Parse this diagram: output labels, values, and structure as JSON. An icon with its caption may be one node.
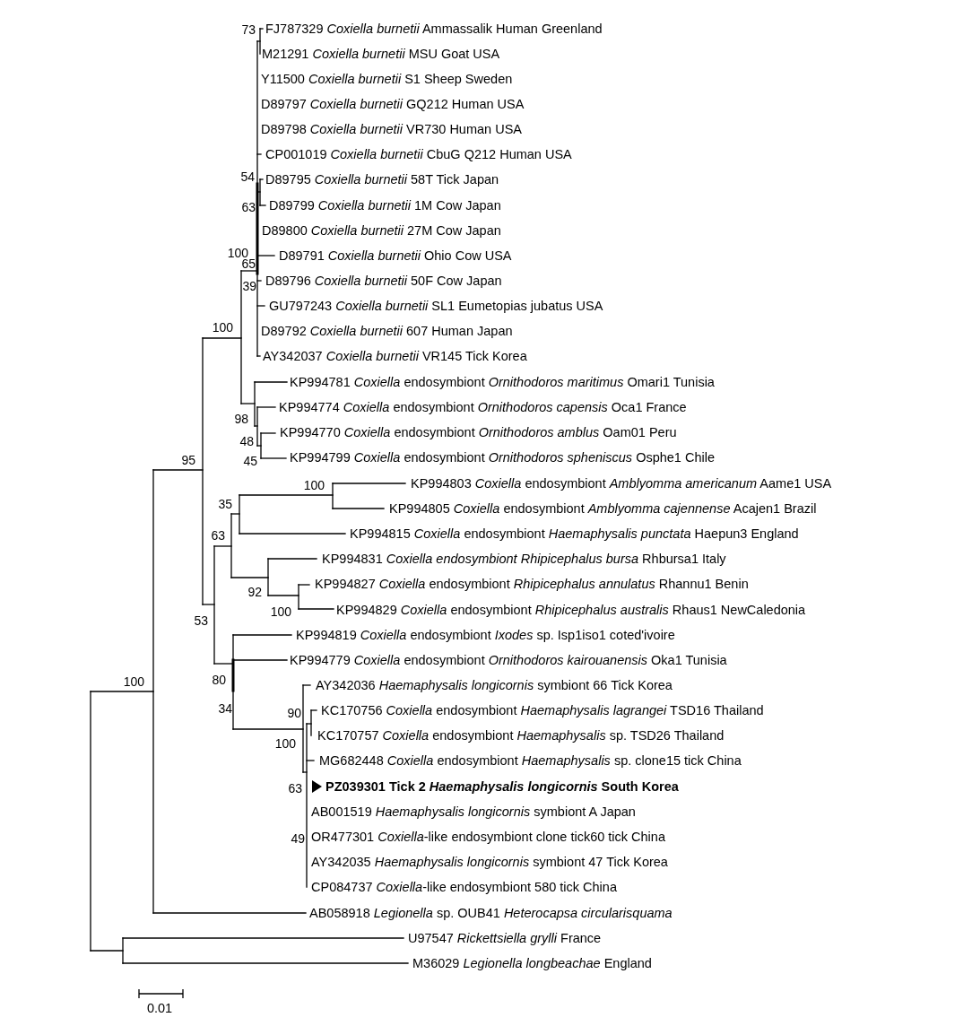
{
  "diagram": {
    "labels": [
      "73",
      "FJ787329 *Coxiella burnetii* Ammassalik Human Greenland",
      "M21291 *Coxiella burnetii* MSU Goat USA",
      "Y11500 *Coxiella burnetii* S1 Sheep Sweden",
      "D89797 *Coxiella burnetii* GQ212 Human USA",
      "D89798 *Coxiella burnetii* VR730 Human USA",
      "CP001019 *Coxiella burnetii* CbuG Q212 Human USA",
      "54",
      "D89795 *Coxiella burnetii* 58T Tick Japan",
      "63",
      "D89799 *Coxiella burnetii* 1M Cow Japan",
      "D89800 *Coxiella burnetii* 27M Cow Japan",
      "100",
      "D89791 *Coxiella burnetii* Ohio Cow USA",
      "65",
      "D89796 *Coxiella burnetii* 50F Cow Japan",
      "39",
      "GU797243 *Coxiella burnetii* SL1 Eumetopias jubatus USA",
      "100",
      "D89792 *Coxiella burnetii* 607 Human Japan",
      "AY342037 *Coxiella burnetii* VR145 Tick Korea",
      "KP994781 *Coxiella* endosymbiont *Ornithodoros maritimus* Omari1 Tunisia",
      "KP994774 *Coxiella* endosymbiont *Ornithodoros capensis* Oca1 France",
      "98",
      "KP994770 *Coxiella* endosymbiont *Ornithodoros amblus* Oam01 Peru",
      "48",
      "KP994799 *Coxiella* endosymbiont *Ornithodoros spheniscus* Osphe1 Chile",
      "45",
      "95",
      "100",
      "KP994803 *Coxiella* endosymbiont *Amblyomma americanum* Aame1 USA",
      "35",
      "KP994805 *Coxiella* endosymbiont *Amblyomma cajennense* Acajen1 Brazil",
      "KP994815 *Coxiella* endosymbiont *Haemaphysalis punctata* Haepun3 England",
      "63",
      "KP994831 *Coxiella endosymbiont Rhipicephalus bursa* Rhbursa1 Italy",
      "KP994827 *Coxiella* endosymbiont *Rhipicephalus annulatus* Rhannu1 Benin",
      "92",
      "KP994829 *Coxiella* endosymbiont *Rhipicephalus australis* Rhaus1 NewCaledonia",
      "100",
      "53",
      "KP994819 *Coxiella* endosymbiont *Ixodes* sp. Isp1iso1 coted'ivoire",
      "KP994779 *Coxiella* endosymbiont *Ornithodoros kairouanensis* Oka1 Tunisia",
      "100",
      "80",
      "AY342036 *Haemaphysalis longicornis* symbiont 66 Tick Korea",
      "34",
      "90",
      "KC170756 *Coxiella* endosymbiont *Haemaphysalis lagrangei* TSD16 Thailand",
      "KC170757 *Coxiella* endosymbiont *Haemaphysalis* sp. TSD26 Thailand",
      "100",
      "MG682448 *Coxiella* endosymbiont *Haemaphysalis* sp. clone15 tick China",
      "63",
      "PZ039301 Tick 2 *Haemaphysalis longicornis* South Korea",
      "AB001519 *Haemaphysalis longicornis* symbiont A Japan",
      "49",
      "OR477301 *Coxiella*-like endosymbiont clone tick60 tick China",
      "AY342035 *Haemaphysalis longicornis* symbiont 47 Tick Korea",
      "CP084737 *Coxiella*-like endosymbiont 580 tick China",
      "AB058918 *Legionella* sp. OUB41 *Heterocapsa circularisquama*",
      "U97547 *Rickettsiella grylli* France",
      "M36029 *Legionella longbeachae* England",
      "0.01"
    ]
  }
}
